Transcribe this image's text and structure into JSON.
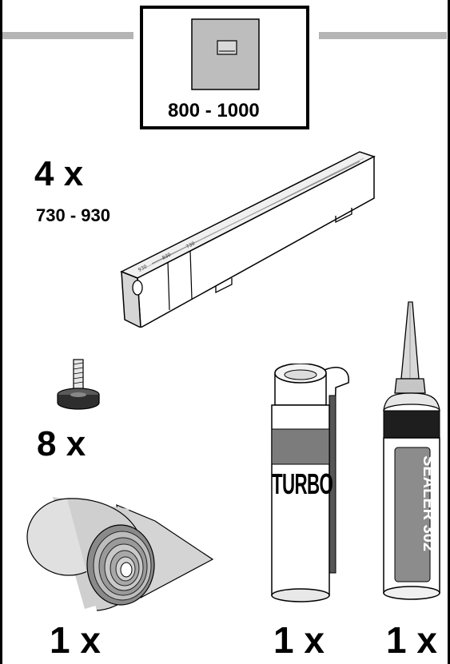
{
  "header_box": {
    "range": "800 - 1000"
  },
  "rail": {
    "quantity": "4 x",
    "range": "730 - 930"
  },
  "foot": {
    "quantity": "8 x"
  },
  "tape": {
    "quantity": "1 x"
  },
  "foam": {
    "quantity": "1 x",
    "label": "TURBO"
  },
  "sealer": {
    "quantity": "1 x",
    "label": "SEALER 302"
  },
  "colors": {
    "line": "#000000",
    "mid_gray": "#9a9a9a",
    "light_gray": "#d6d6d6",
    "dark": "#2a2a2a"
  }
}
